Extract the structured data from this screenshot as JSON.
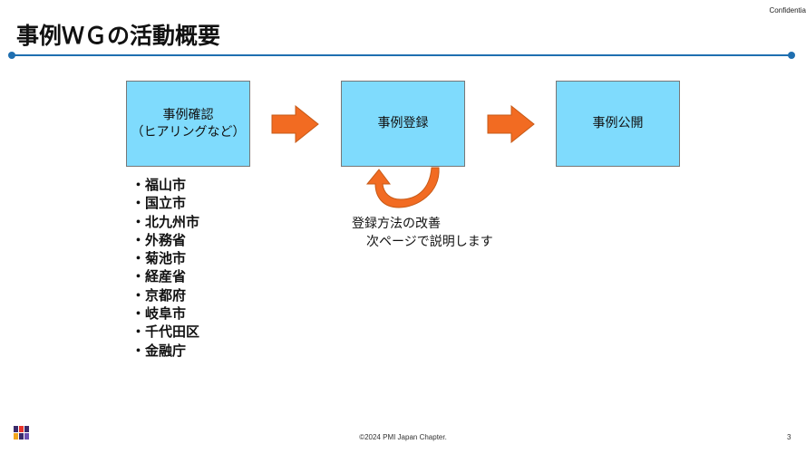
{
  "header": {
    "confidential_label": "Confidentia",
    "title": "事例ＷＧの活動概要"
  },
  "flow": {
    "step1_line1": "事例確認",
    "step1_line2": "（ヒアリングなど）",
    "step2": "事例登録",
    "step3": "事例公開"
  },
  "organizations": [
    "福山市",
    "国立市",
    "北九州市",
    "外務省",
    "菊池市",
    "経産省",
    "京都府",
    "岐阜市",
    "千代田区",
    "金融庁"
  ],
  "note": {
    "line1": "登録方法の改善",
    "line2": "次ページで説明します"
  },
  "footer": {
    "copyright": "©2024 PMI Japan Chapter.",
    "page_number": "3"
  },
  "colors": {
    "box_fill": "#7fdbfd",
    "arrow_fill": "#f26b22",
    "rule": "#1f6fb0"
  }
}
